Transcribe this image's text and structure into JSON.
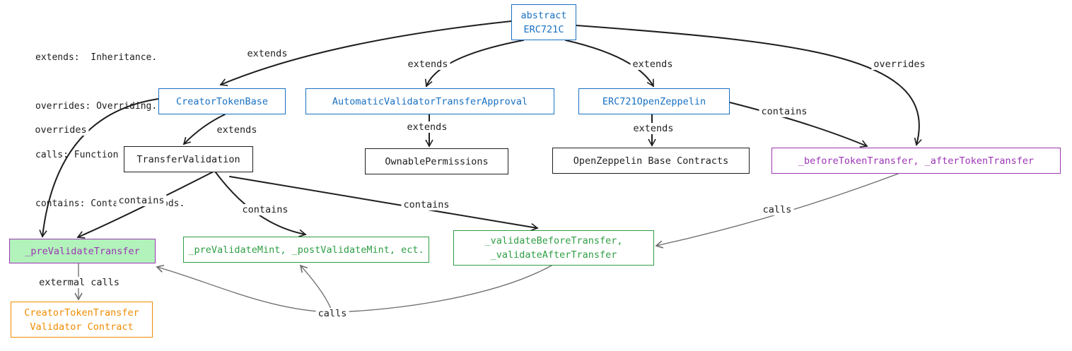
{
  "colors": {
    "ink": "#1e1e1e",
    "blue": "#1971c2",
    "purple": "#9c36b5",
    "green": "#2f9e44",
    "orange": "#f08c00",
    "fill_green": "#b2f2bb",
    "gray": "#6b6b6b"
  },
  "legend": [
    "extends:  Inheritance.",
    "overrides: Overriding.",
    "calls: Function calls.",
    "contains: Contains methods."
  ],
  "nodes": [
    {
      "id": "erc721c",
      "text": "abstract\nERC721C",
      "color": "blue"
    },
    {
      "id": "creatortokenbase",
      "text": "CreatorTokenBase",
      "color": "blue"
    },
    {
      "id": "automaticvalidator",
      "text": "AutomaticValidatorTransferApproval",
      "color": "blue"
    },
    {
      "id": "erc721oz",
      "text": "ERC721OpenZeppelin",
      "color": "blue"
    },
    {
      "id": "transfervalidation",
      "text": "TransferValidation",
      "color": "ink"
    },
    {
      "id": "ownablepermissions",
      "text": "OwnablePermissions",
      "color": "ink"
    },
    {
      "id": "ozbase",
      "text": "OpenZeppelin Base Contracts",
      "color": "ink"
    },
    {
      "id": "beforeafter",
      "text": "_beforeTokenTransfer, _afterTokenTransfer",
      "color": "purple"
    },
    {
      "id": "prevalidatetransfer",
      "text": "_preValidateTransfer",
      "color": "purple",
      "fill": "fill_green"
    },
    {
      "id": "prevalidatemint",
      "text": "_preValidateMint, _postValidateMint, ect.",
      "color": "green"
    },
    {
      "id": "validatebeforeafter",
      "text": "_validateBeforeTransfer,\n_validateAfterTransfer",
      "color": "green"
    },
    {
      "id": "validatorcontract",
      "text": "CreatorTokenTransfer\nValidator Contract",
      "color": "orange"
    }
  ],
  "edges": [
    {
      "id": "e1",
      "label": "extends",
      "from": "erc721c",
      "to": "creatortokenbase"
    },
    {
      "id": "e2",
      "label": "extends",
      "from": "erc721c",
      "to": "automaticvalidator"
    },
    {
      "id": "e3",
      "label": "extends",
      "from": "erc721c",
      "to": "erc721oz"
    },
    {
      "id": "e4",
      "label": "overrides",
      "from": "erc721c",
      "to": "beforeafter"
    },
    {
      "id": "e5",
      "label": "contains",
      "from": "erc721oz",
      "to": "beforeafter"
    },
    {
      "id": "e6",
      "label": "extends",
      "from": "creatortokenbase",
      "to": "transfervalidation"
    },
    {
      "id": "e7",
      "label": "overrides",
      "from": "creatortokenbase",
      "to": "prevalidatetransfer"
    },
    {
      "id": "e8",
      "label": "extends",
      "from": "automaticvalidator",
      "to": "ownablepermissions"
    },
    {
      "id": "e9",
      "label": "extends",
      "from": "erc721oz",
      "to": "ozbase"
    },
    {
      "id": "e10",
      "label": "contains",
      "from": "transfervalidation",
      "to": "prevalidatetransfer"
    },
    {
      "id": "e11",
      "label": "contains",
      "from": "transfervalidation",
      "to": "prevalidatemint"
    },
    {
      "id": "e12",
      "label": "contains",
      "from": "transfervalidation",
      "to": "validatebeforeafter"
    },
    {
      "id": "e13",
      "label": "calls",
      "from": "beforeafter",
      "to": "validatebeforeafter"
    },
    {
      "id": "e14",
      "label": "calls",
      "from": "validatebeforeafter",
      "to": "prevalidatetransfer"
    },
    {
      "id": "e15",
      "label": "",
      "from": "validatebeforeafter",
      "to": "prevalidatemint"
    },
    {
      "id": "e16",
      "label": "extermal calls",
      "from": "prevalidatetransfer",
      "to": "validatorcontract"
    }
  ]
}
